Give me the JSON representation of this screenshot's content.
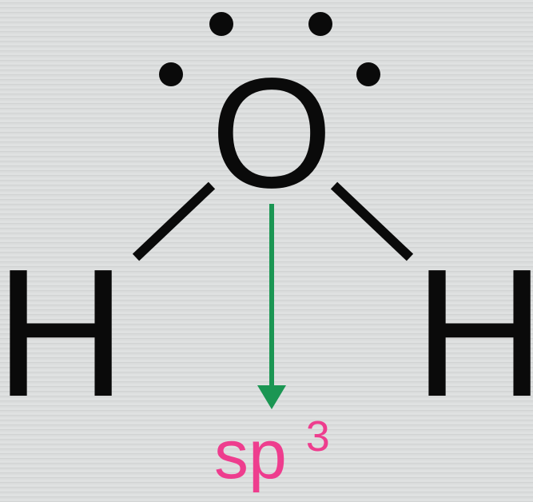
{
  "molecule": {
    "center_atom": "O",
    "left_atom": "H",
    "right_atom": "H",
    "lone_pairs": 2
  },
  "hybridization": {
    "label": "sp",
    "superscript": "3"
  },
  "colors": {
    "atom": "#0a0a0a",
    "bond": "#0a0a0a",
    "arrow": "#1b9653",
    "label": "#ee3d8e",
    "background": "#d9dbdb"
  }
}
